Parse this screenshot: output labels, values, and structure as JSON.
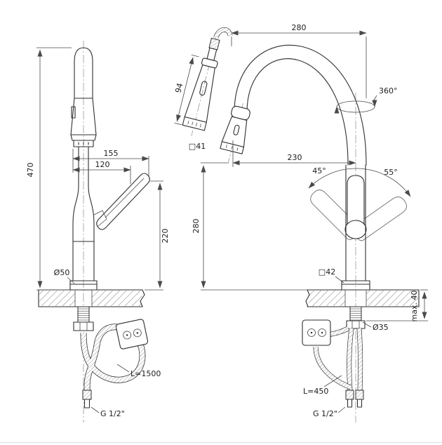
{
  "drawing": {
    "type": "technical-drawing",
    "subject": "kitchen faucet with pull-out spray head, two orthographic views with dimensions",
    "left_view": {
      "total_height": "470",
      "reach_total": "155",
      "reach_inner": "120",
      "body_height": "220",
      "base_diameter": "Ø50",
      "spray_hose_length": "L=1500",
      "thread": "G 1/2\""
    },
    "right_view": {
      "overall_width": "280",
      "swivel": "360°",
      "spout_reach": "230",
      "handle_tilt_left": "45°",
      "handle_tilt_right": "55°",
      "spout_height": "280",
      "spray_head_length": "94",
      "spray_head_section": "□41",
      "body_section": "□42",
      "max_mount_thickness": "max. 40",
      "hole_diameter": "Ø35",
      "supply_hose_length": "L=450",
      "thread": "G 1/2\""
    }
  }
}
